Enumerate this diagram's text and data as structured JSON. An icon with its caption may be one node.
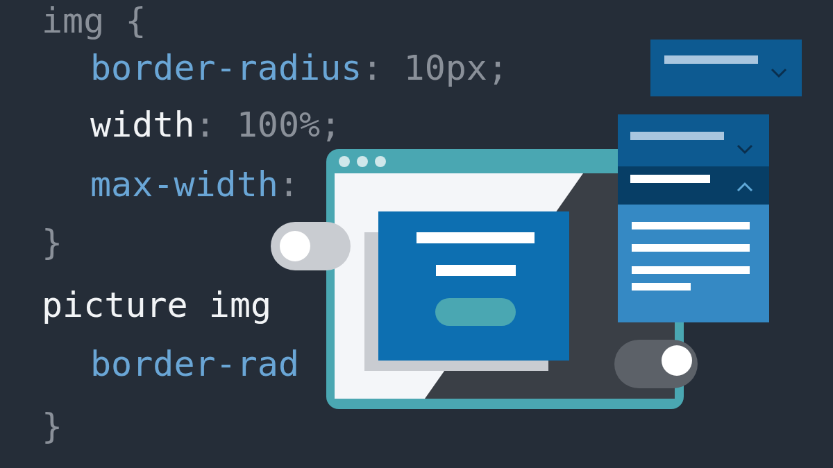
{
  "diagram": {
    "labels": [
      "img {",
      "border-radius: 10px;",
      "width: 100%;",
      "max-width:",
      "}",
      "picture img",
      "border-rad",
      "}"
    ]
  }
}
